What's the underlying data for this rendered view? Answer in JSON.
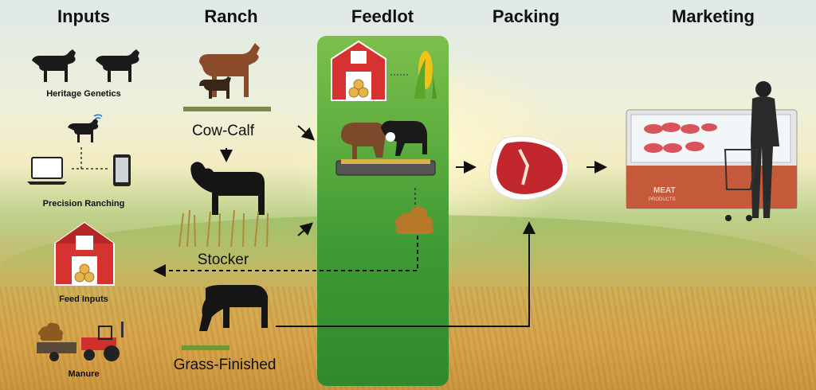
{
  "headers": {
    "inputs": "Inputs",
    "ranch": "Ranch",
    "feedlot": "Feedlot",
    "packing": "Packing",
    "marketing": "Marketing"
  },
  "inputs": {
    "heritage_genetics": "Heritage Genetics",
    "precision_ranching": "Precision Ranching",
    "feed_inputs": "Feed Inputs",
    "manure": "Manure"
  },
  "ranch": {
    "cow_calf": "Cow-Calf",
    "stocker": "Stocker",
    "grass_finished": "Grass-Finished"
  },
  "marketing": {
    "case_text_1": "MEAT",
    "case_text_2": "PRODUCTS"
  },
  "icons": [
    "cattle-icon",
    "wifi-cow-icon",
    "laptop-icon",
    "phone-icon",
    "barn-icon",
    "hay-bales-icon",
    "corn-icon",
    "cattle-feeding-icon",
    "manure-icon",
    "tractor-icon",
    "steak-icon",
    "meat-case-icon",
    "shopper-icon"
  ],
  "colors": {
    "feedlot_panel": "#3f9a34",
    "barn_red": "#d6322f",
    "steak_red": "#c1272d"
  }
}
